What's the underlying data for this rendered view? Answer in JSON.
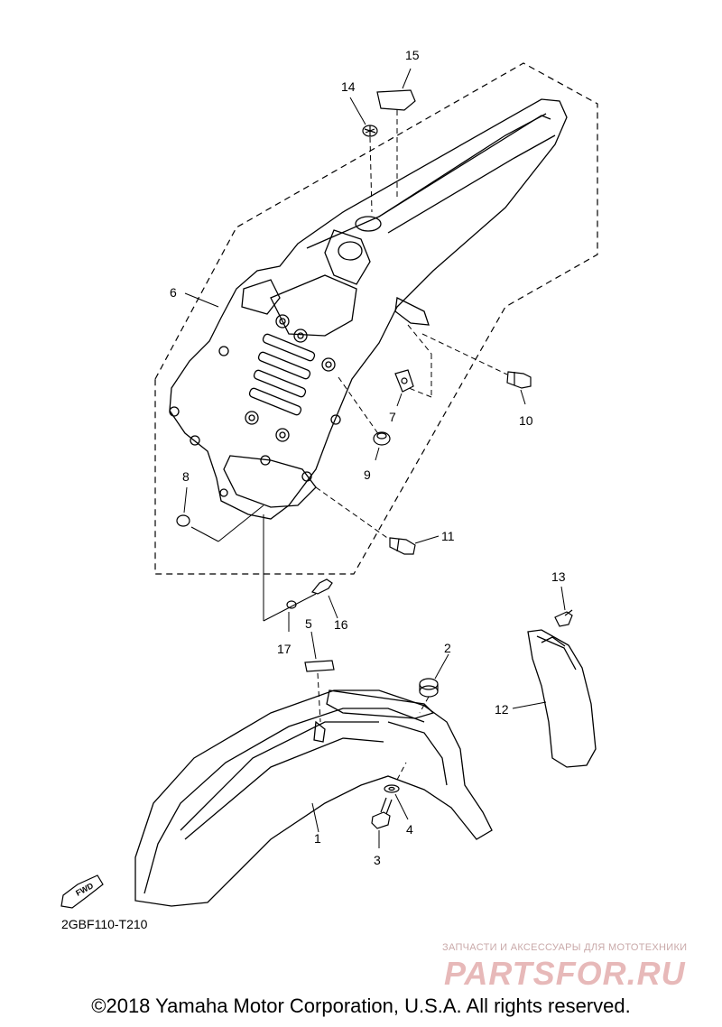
{
  "diagram": {
    "code": "2GBF110-T210",
    "fwd_label": "FWD",
    "copyright": "©2018 Yamaha Motor Corporation, U.S.A. All rights reserved.",
    "watermark": {
      "tagline": "ЗАПЧАСТИ И АКСЕССУАРЫ ДЛЯ МОТОТЕХНИКИ",
      "logo": "PARTSFOR.RU"
    },
    "callouts": [
      "1",
      "2",
      "3",
      "4",
      "5",
      "6",
      "7",
      "8",
      "9",
      "10",
      "11",
      "12",
      "13",
      "14",
      "15",
      "16",
      "17"
    ]
  }
}
